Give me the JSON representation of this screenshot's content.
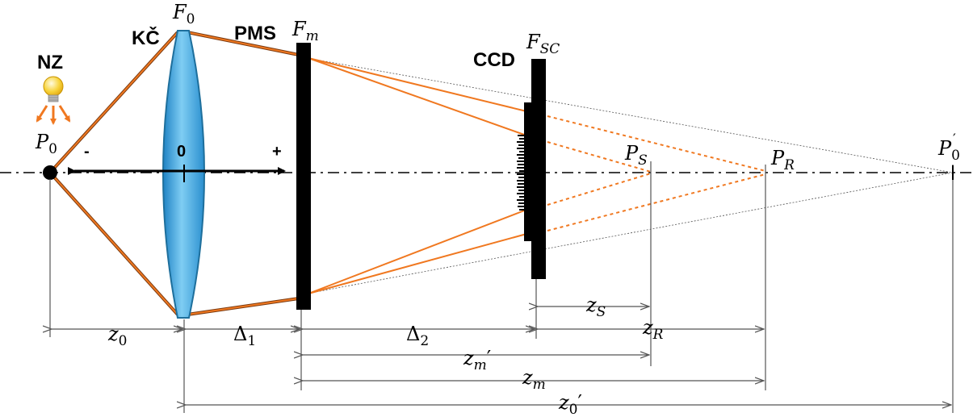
{
  "labels": {
    "nz": "NZ",
    "kc": "KČ",
    "pms": "PMS",
    "ccd": "CCD",
    "minus": "-",
    "zero": "0",
    "plus": "+"
  },
  "symbols": {
    "f0_base": "F",
    "f0_sub": "0",
    "fm_base": "F",
    "fm_sub": "m",
    "fsc_base": "F",
    "fsc_sub": "SC",
    "p0_base": "P",
    "p0_sub": "0",
    "ps_base": "P",
    "ps_sub": "S",
    "pr_base": "P",
    "pr_sub": "R",
    "p0p_base": "P",
    "p0p_sub": "0",
    "p0p_sup": "′"
  },
  "dimensions": {
    "z0_base": "z",
    "z0_sub": "0",
    "delta1_base": "Δ",
    "delta1_sub": "1",
    "delta2_base": "Δ",
    "delta2_sub": "2",
    "zs_base": "z",
    "zs_sub": "S",
    "zr_base": "z",
    "zr_sub": "R",
    "zmp_base": "z",
    "zmp_sub": "m",
    "zmp_prime": "′",
    "zm_base": "z",
    "zm_sub": "m",
    "z0p_base": "z",
    "z0p_sub": "0",
    "z0p_prime": "′"
  },
  "colors": {
    "ray": "#f07820",
    "lens_fill": "#3aa6e0",
    "lens_edge": "#1e6f9c",
    "element": "#000000",
    "dim_line": "#555555",
    "bulb": "#f7d33a"
  }
}
